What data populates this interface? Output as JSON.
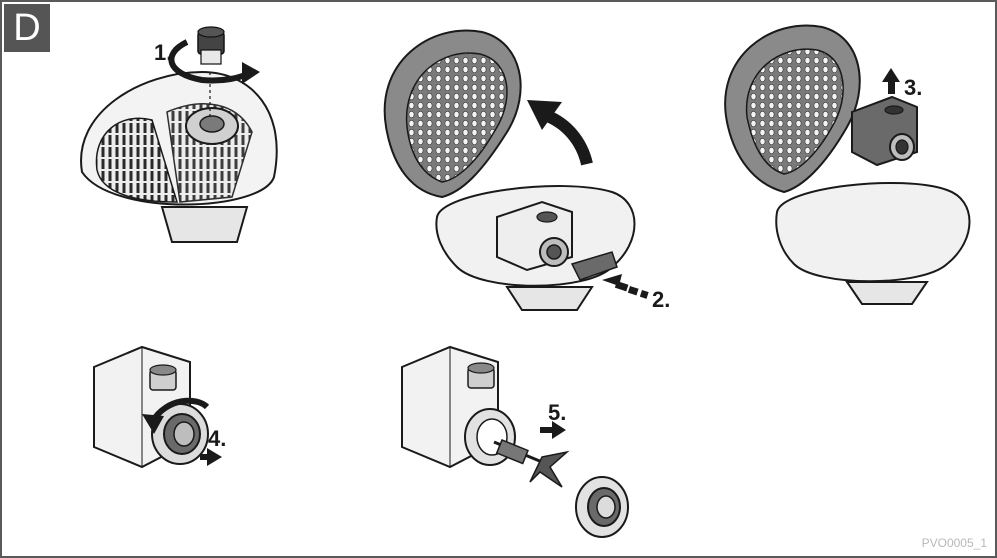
{
  "section_letter": "D",
  "steps": [
    {
      "label": "1."
    },
    {
      "label": "2."
    },
    {
      "label": "3."
    },
    {
      "label": "4."
    },
    {
      "label": "5."
    }
  ],
  "document_id": "PVO0005_1",
  "colors": {
    "frame": "#5a5a5a",
    "badge": "#555555",
    "line": "#1a1a1a",
    "light_fill": "#f2f2f2",
    "mid_fill": "#bdbdbd",
    "dark_fill": "#6a6a6a"
  }
}
